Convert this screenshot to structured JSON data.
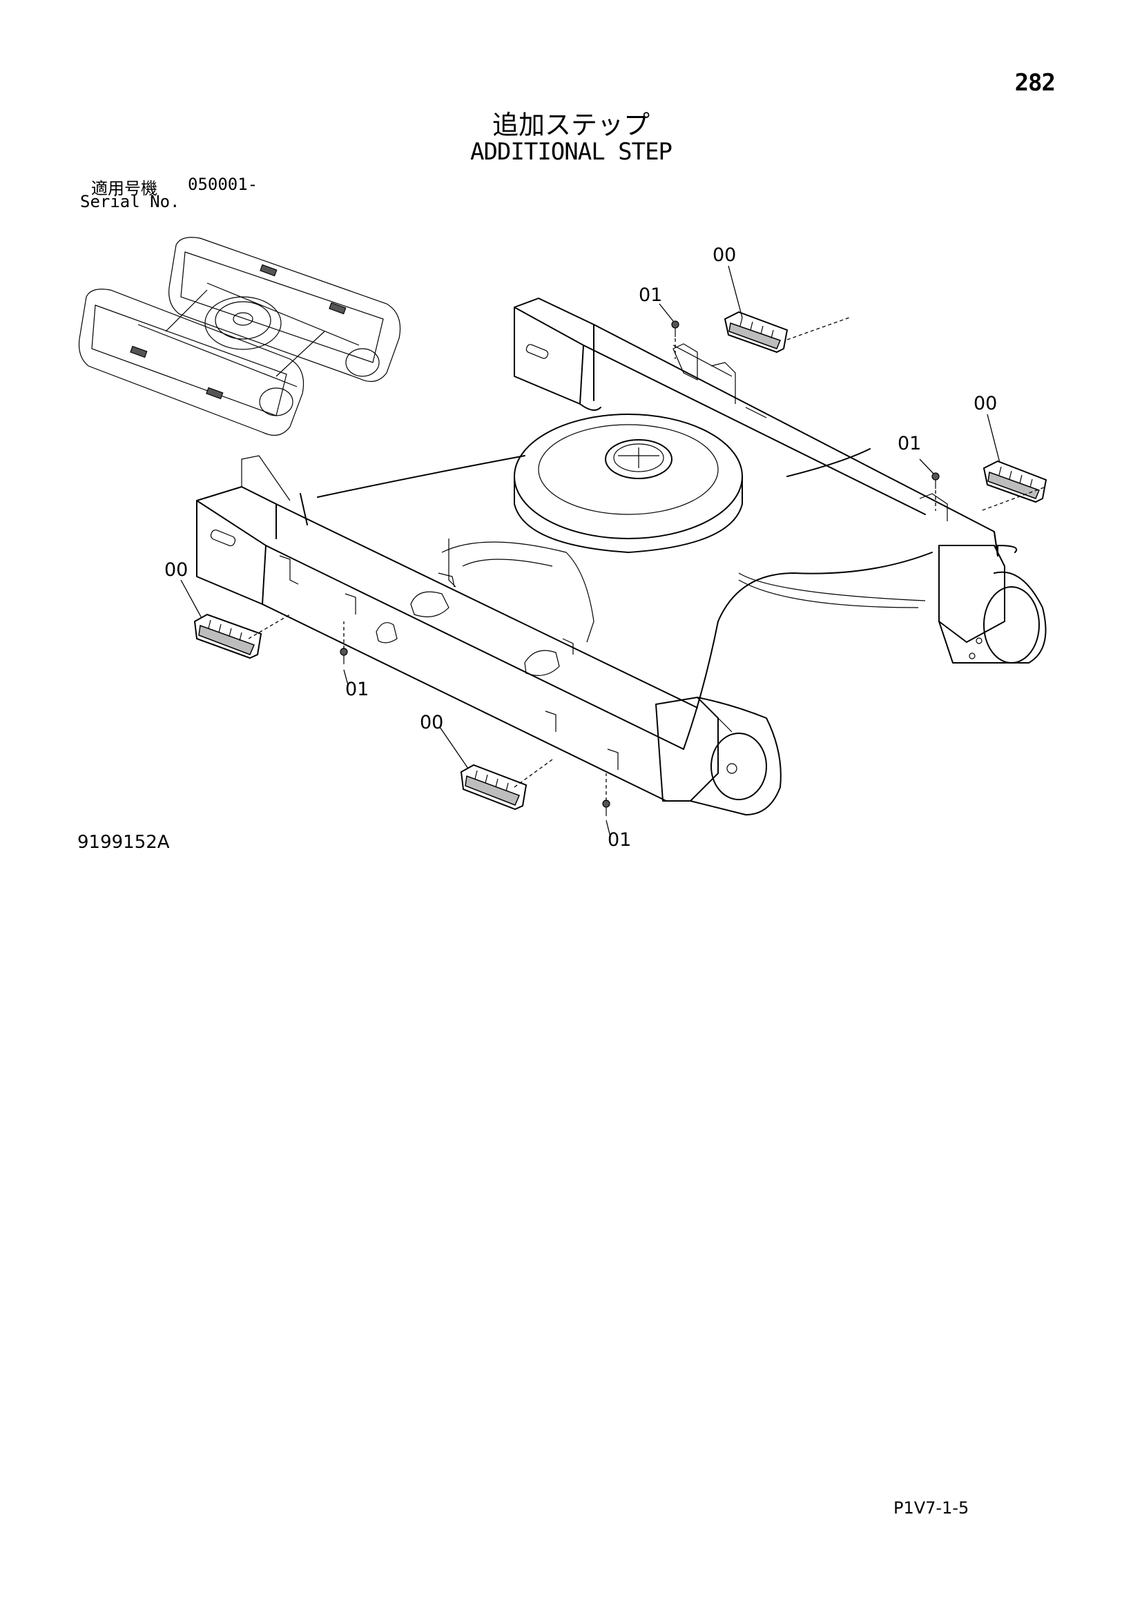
{
  "page_number": "282",
  "title_jp": "追加ステップ",
  "title_en": "ADDITIONAL STEP",
  "serial": {
    "label_jp": "適用号機",
    "range": "050001-",
    "label_en": "Serial No."
  },
  "callouts": [
    {
      "part": "00",
      "label": "00"
    },
    {
      "part": "01",
      "label": "01"
    },
    {
      "part": "00",
      "label": "00"
    },
    {
      "part": "01",
      "label": "01"
    },
    {
      "part": "00",
      "label": "00"
    },
    {
      "part": "01",
      "label": "01"
    },
    {
      "part": "00",
      "label": "00"
    },
    {
      "part": "01",
      "label": "01"
    }
  ],
  "drawing_number": "9199152A",
  "page_code": "P1V7-1-5"
}
